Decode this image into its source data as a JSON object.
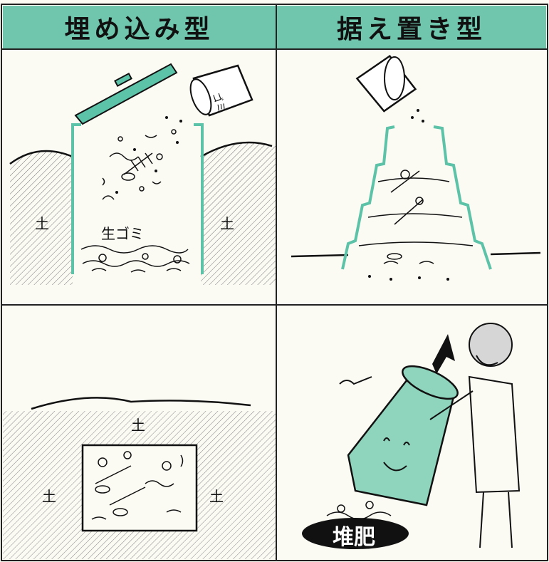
{
  "headers": {
    "left": "埋め込み型",
    "right": "据え置き型"
  },
  "labels": {
    "soil": "土",
    "kitchen_waste": "生ゴミ",
    "compost": "堆肥"
  },
  "colors": {
    "teal": "#5cc3a8",
    "header_bg": "#6fc6ad",
    "ink": "#111111",
    "paper": "#fbfaf3"
  },
  "icons": [
    "lid-icon",
    "bucket-icon",
    "compost-bin-icon",
    "woman-figure-icon",
    "up-arrow-icon",
    "fish-bone-icon"
  ]
}
